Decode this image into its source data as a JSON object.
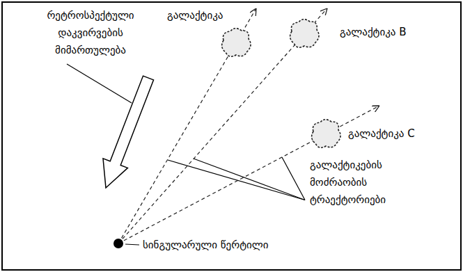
{
  "diagram": {
    "labels": [
      "რეტროსპექტული დაკვირვების მიმართულება",
      "გალაქტიკა",
      "გალაქტიკა B",
      "გალაქტიკა C",
      "გალაქტიკების მოძრაობის ტრაექტორიები",
      "სინგულარული წერტილი"
    ]
  }
}
